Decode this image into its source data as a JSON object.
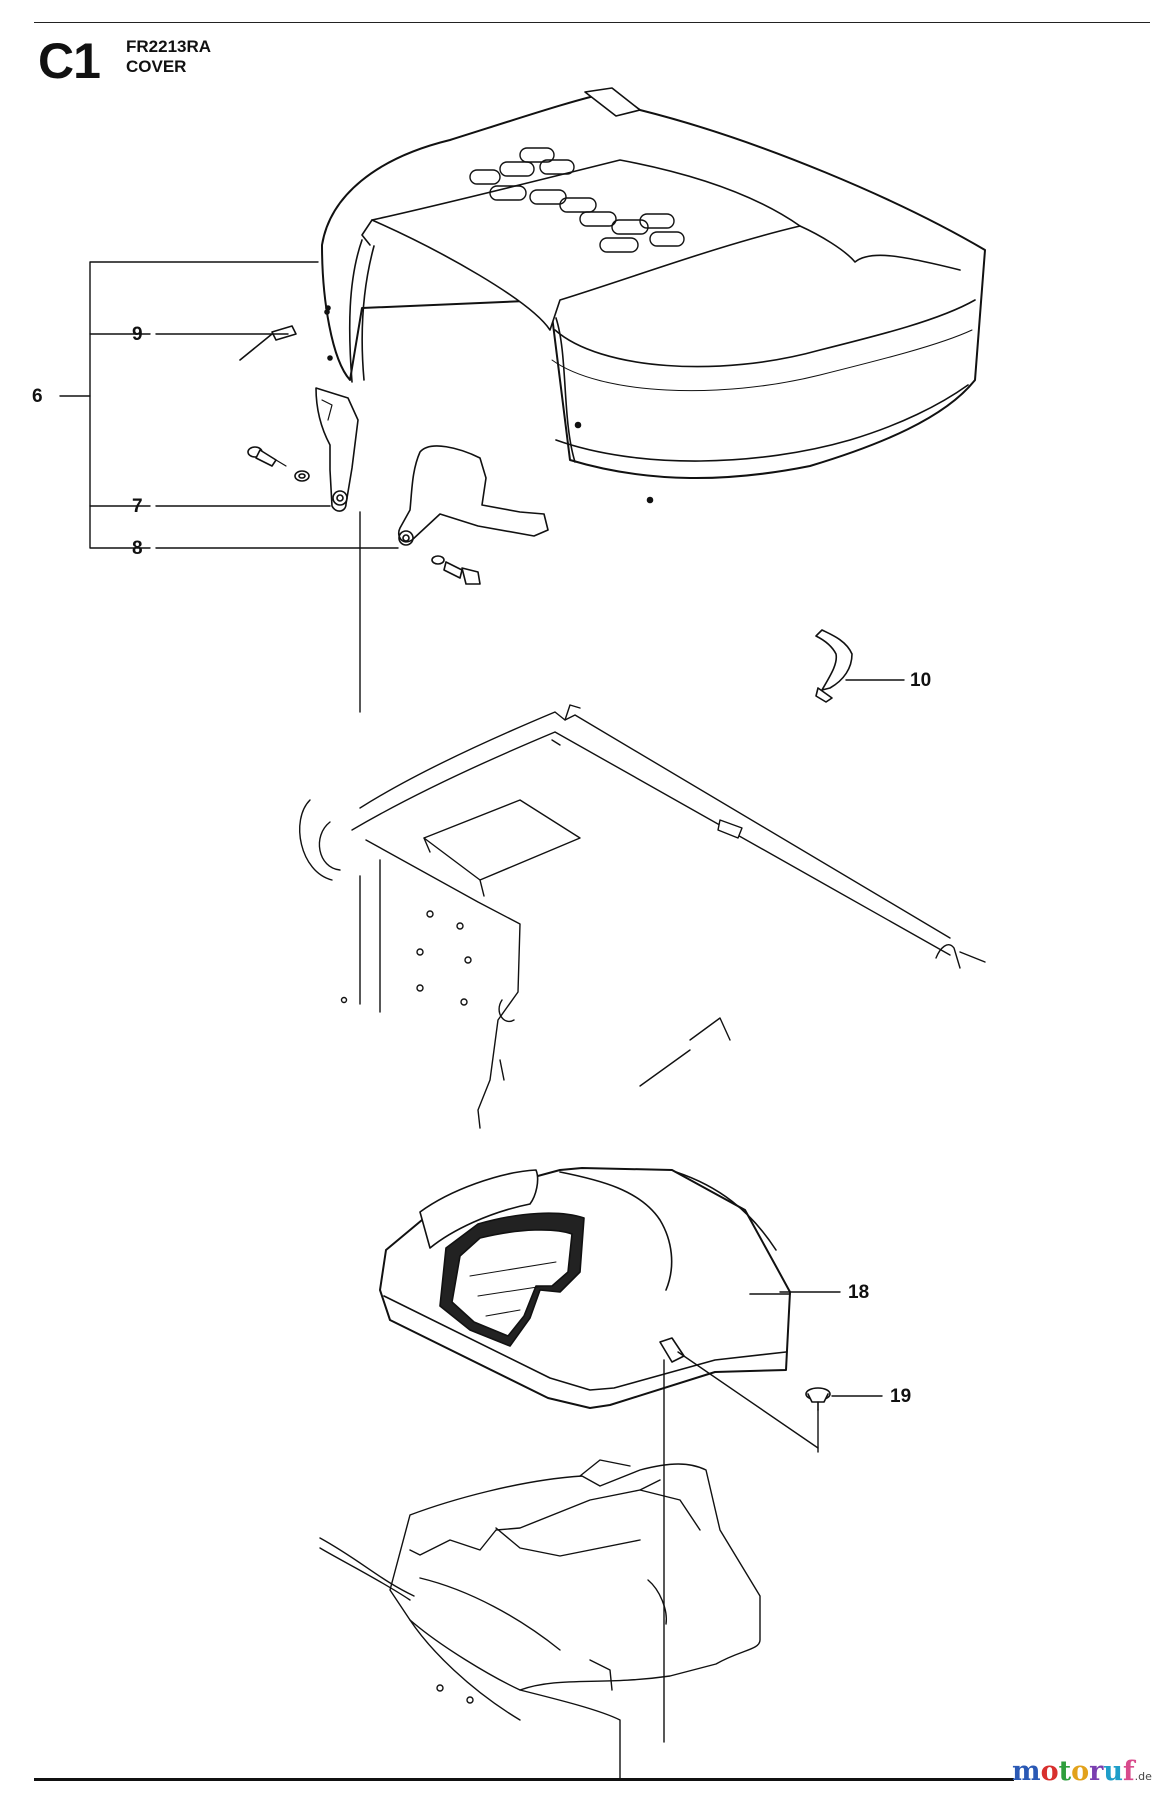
{
  "header": {
    "section_code": "C1",
    "model": "FR2213RA",
    "title": "COVER"
  },
  "callouts": [
    {
      "id": "c6",
      "label": "6"
    },
    {
      "id": "c9",
      "label": "9"
    },
    {
      "id": "c7",
      "label": "7"
    },
    {
      "id": "c8",
      "label": "8"
    },
    {
      "id": "c10",
      "label": "10"
    },
    {
      "id": "c18",
      "label": "18"
    },
    {
      "id": "c19",
      "label": "19"
    }
  ],
  "watermark": {
    "letters": [
      "m",
      "o",
      "t",
      "o",
      "r",
      "u",
      "f"
    ],
    "colors": [
      "#2a59b5",
      "#d8302e",
      "#2e9e3c",
      "#e2a21b",
      "#7a3fb0",
      "#1f9ec9",
      "#d84b8c"
    ],
    "suffix": ".de"
  }
}
